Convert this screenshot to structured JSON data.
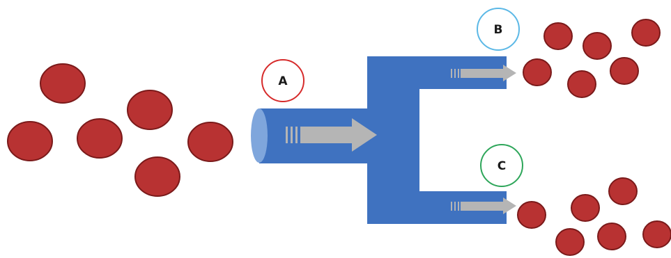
{
  "diagram": {
    "labels": {
      "a": "A",
      "b": "B",
      "c": "C"
    },
    "colors": {
      "cell_fill": "#b83232",
      "cell_stroke": "#7a1a1a",
      "pipe_fill": "#3f72c0",
      "pipe_inlet_fill": "#7fa6dc",
      "arrow_fill": "#b5b5b5",
      "label_a_ring": "#d62b2b",
      "label_b_ring": "#5bb8e6",
      "label_c_ring": "#2ea65a"
    }
  }
}
